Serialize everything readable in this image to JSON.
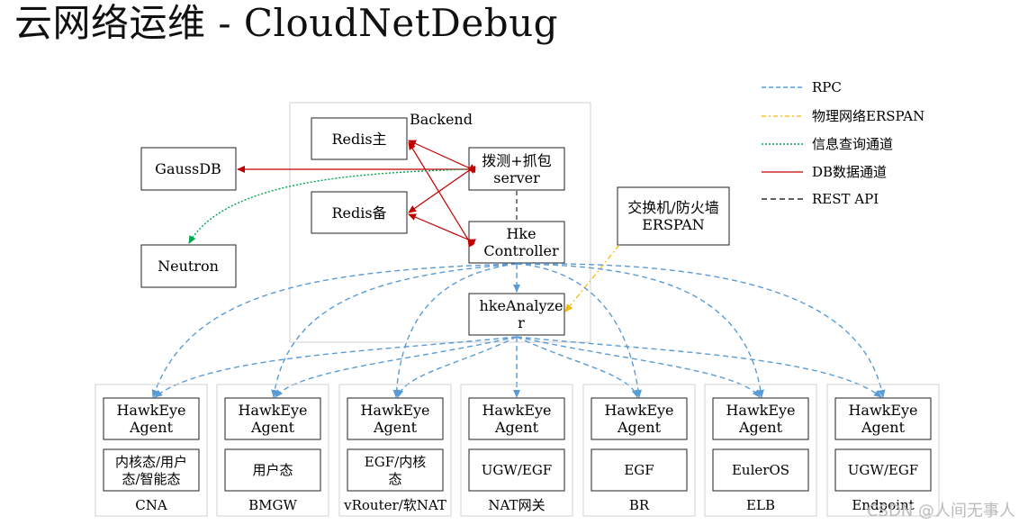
{
  "title": "云网络运维 - CloudNetDebug",
  "backend": {
    "label": "Backend",
    "redis_master": "Redis主",
    "redis_backup": "Redis备",
    "probe_server": [
      "拨测+抓包",
      "server"
    ],
    "controller": [
      "Hke",
      "Controller"
    ],
    "analyzer": [
      "hkeAnalyze",
      "r"
    ]
  },
  "external": {
    "gaussdb": "GaussDB",
    "neutron": "Neutron",
    "switch": [
      "交换机/防火墙",
      "ERSPAN"
    ]
  },
  "legend": {
    "rpc": "RPC",
    "erspan": "物理网络ERSPAN",
    "info": "信息查询通道",
    "db": "DB数据通道",
    "rest": "REST API"
  },
  "colors": {
    "rpc": "#5b9bd5",
    "erspan": "#f5b800",
    "info": "#00a651",
    "db": "#c00000",
    "rest": "#000000"
  },
  "agents": [
    {
      "agent": [
        "HawkEye",
        "Agent"
      ],
      "sub": [
        "内核态/用户",
        "态/智能态"
      ],
      "name": "CNA"
    },
    {
      "agent": [
        "HawkEye",
        "Agent"
      ],
      "sub": [
        "用户态"
      ],
      "name": "BMGW"
    },
    {
      "agent": [
        "HawkEye",
        "Agent"
      ],
      "sub": [
        "EGF/内核",
        "态"
      ],
      "name": "vRouter/软NAT"
    },
    {
      "agent": [
        "HawkEye",
        "Agent"
      ],
      "sub": [
        "UGW/EGF"
      ],
      "name": "NAT网关"
    },
    {
      "agent": [
        "HawkEye",
        "Agent"
      ],
      "sub": [
        "EGF"
      ],
      "name": "BR"
    },
    {
      "agent": [
        "HawkEye",
        "Agent"
      ],
      "sub": [
        "EulerOS"
      ],
      "name": "ELB"
    },
    {
      "agent": [
        "HawkEye",
        "Agent"
      ],
      "sub": [
        "UGW/EGF"
      ],
      "name": "Endpoint"
    }
  ],
  "watermark": "CSDN @人间无事人"
}
